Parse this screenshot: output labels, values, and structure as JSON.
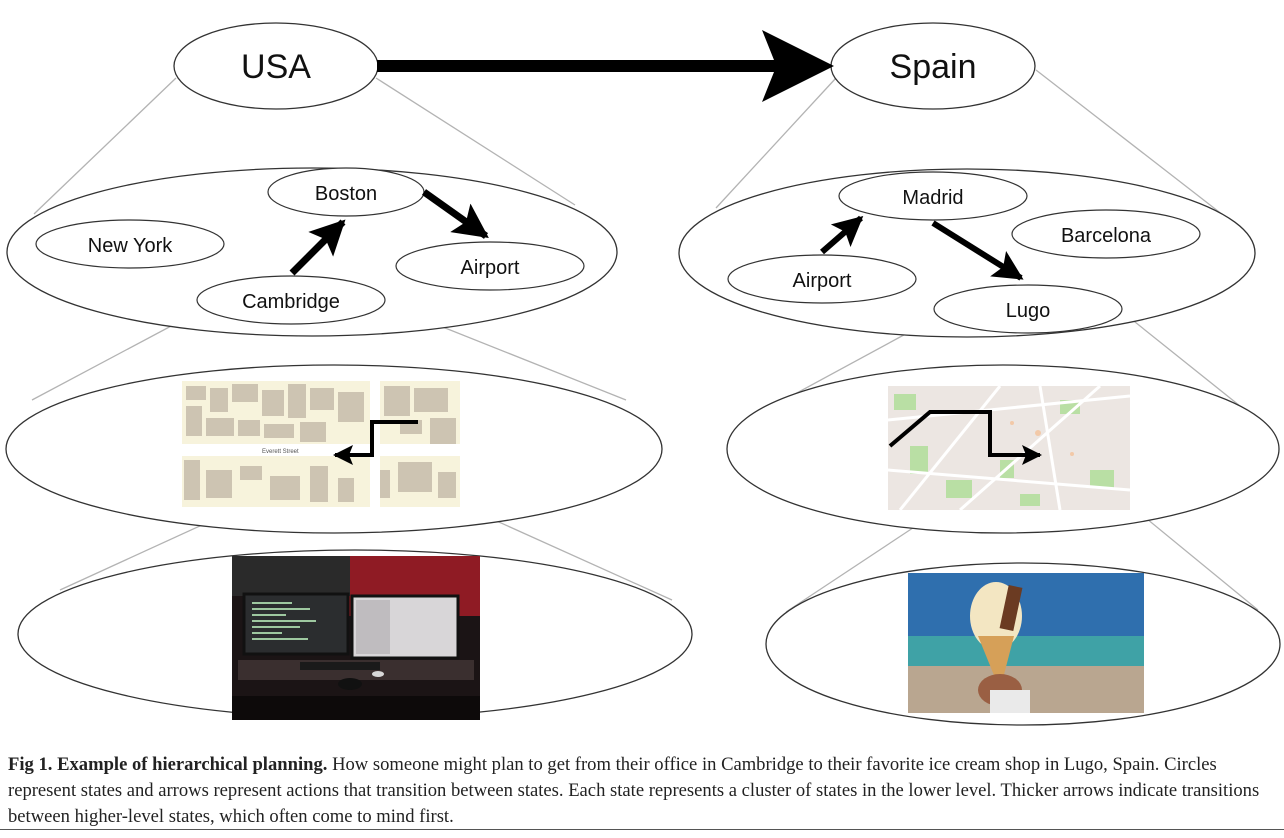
{
  "figure": {
    "top_level": {
      "usa": "USA",
      "spain": "Spain"
    },
    "usa_cities": {
      "new_york": "New York",
      "boston": "Boston",
      "airport": "Airport",
      "cambridge": "Cambridge"
    },
    "spain_cities": {
      "madrid": "Madrid",
      "barcelona": "Barcelona",
      "airport": "Airport",
      "lugo": "Lugo"
    },
    "map_labels": {
      "street": "Everett Street"
    },
    "colors": {
      "ellipse_stroke": "#333333",
      "connector": "#b3b3b3",
      "arrow": "#000000",
      "map_background": "#f7f3dc",
      "building": "#cdc4b2",
      "park": "#b9dfa4",
      "photo_monitor_room": "#8f1b24",
      "photo_sky": "#2f6fae"
    },
    "icons": [
      "map-street-image",
      "map-city-image",
      "desk-monitors-photo",
      "ice-cream-photo"
    ]
  },
  "caption": {
    "label": "Fig 1.",
    "bold_title": "Example of hierarchical planning.",
    "text": "How someone might plan to get from their office in Cambridge to their favorite ice cream shop in Lugo, Spain. Circles represent states and arrows represent actions that transition between states. Each state represents a cluster of states in the lower level. Thicker arrows indicate transitions between higher-level states, which often come to mind first."
  }
}
